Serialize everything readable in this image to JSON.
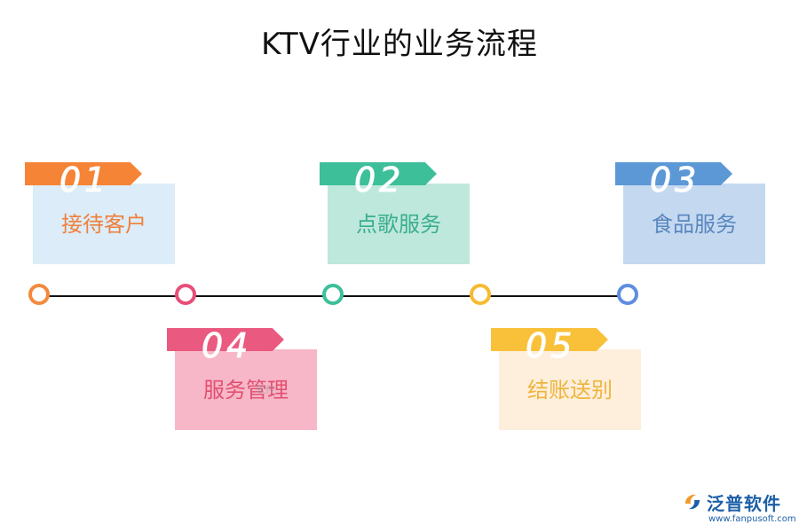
{
  "title": "KTV行业的业务流程",
  "steps": [
    {
      "number": "01",
      "label": "接待客户",
      "flag_color": "#f58436",
      "card_color": "#dcecf8",
      "text_color": "#f07f3b",
      "dot_color": "#f28a3d"
    },
    {
      "number": "02",
      "label": "点歌服务",
      "flag_color": "#3dbf9a",
      "card_color": "#bfe8dc",
      "text_color": "#3aae8e",
      "dot_color": "#3dbf9a"
    },
    {
      "number": "03",
      "label": "食品服务",
      "flag_color": "#5c98d6",
      "card_color": "#c4d9f0",
      "text_color": "#5a86bf",
      "dot_color": "#5e8ee0"
    },
    {
      "number": "04",
      "label": "服务管理",
      "flag_color": "#ea5a80",
      "card_color": "#f7b7c8",
      "text_color": "#e24f70",
      "dot_color": "#e64f78"
    },
    {
      "number": "05",
      "label": "结账送别",
      "flag_color": "#f9c13a",
      "card_color": "#fdefdc",
      "text_color": "#efb43c",
      "dot_color": "#f6bb32"
    }
  ],
  "watermark": "软件",
  "logo": {
    "brand": "泛普软件",
    "url": "www.fanpusoft.com",
    "icon": "fanpu-logo-icon"
  }
}
